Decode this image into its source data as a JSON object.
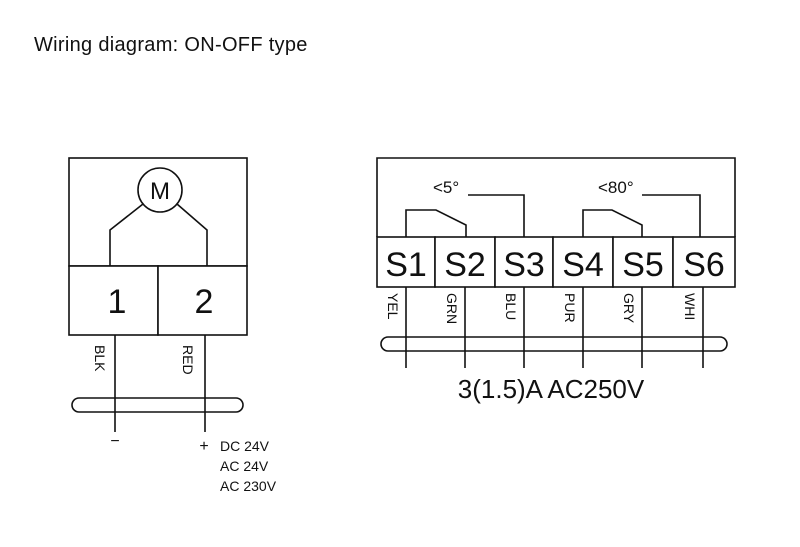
{
  "title": "Wiring diagram: ON-OFF type",
  "motor_actuator": {
    "motor_label": "M",
    "terminals": [
      "1",
      "2"
    ],
    "wires": [
      "BLK",
      "RED"
    ],
    "minus_sign": "−",
    "plus_sign": "+",
    "power_options": [
      "DC 24V",
      "AC 24V",
      "AC 230V"
    ]
  },
  "switch_block": {
    "switch_1_label": "<5°",
    "switch_2_label": "<80°",
    "terminals": [
      "S1",
      "S2",
      "S3",
      "S4",
      "S5",
      "S6"
    ],
    "wires": [
      "YEL",
      "GRN",
      "BLU",
      "PUR",
      "GRY",
      "WHI"
    ],
    "rating": "3(1.5)A AC250V"
  }
}
